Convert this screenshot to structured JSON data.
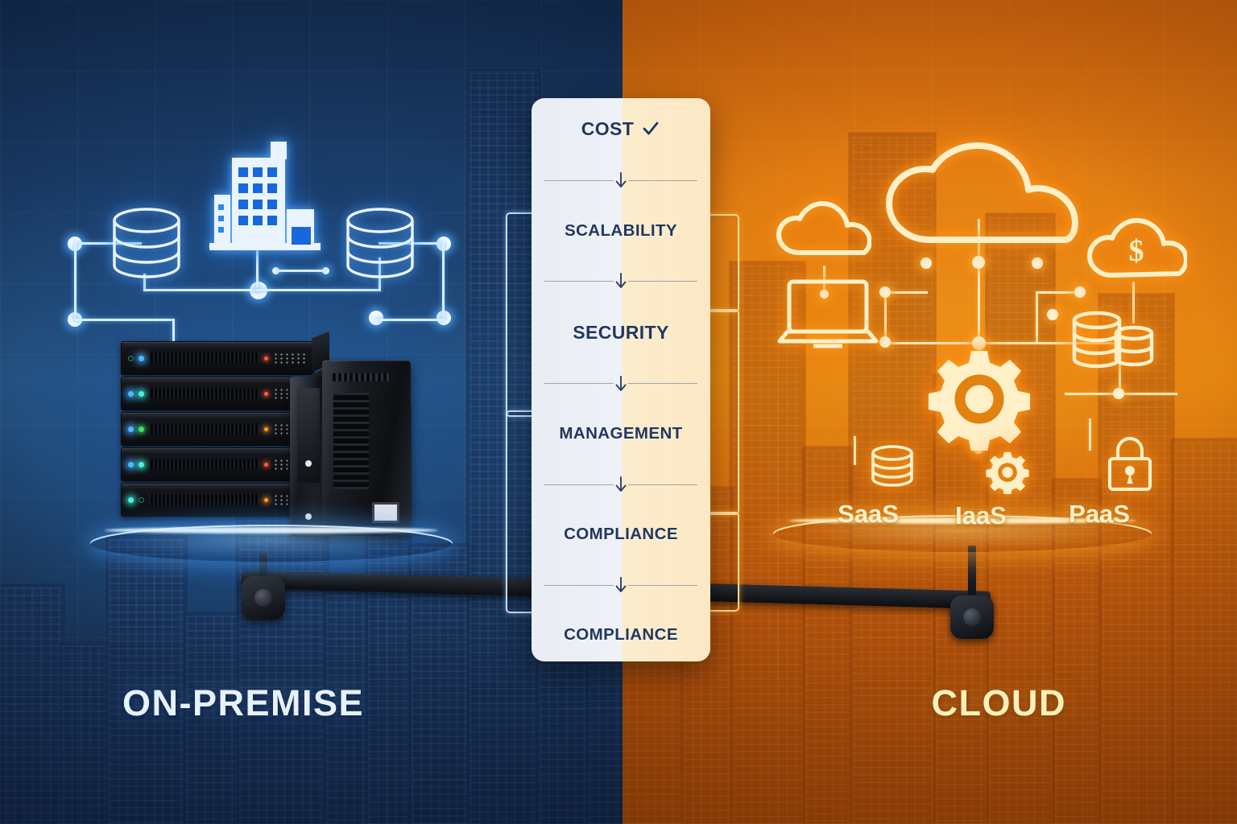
{
  "graphic": {
    "type": "comparison-infographic",
    "subject": "On-Premise vs Cloud"
  },
  "sides": {
    "left": {
      "title": "ON-PREMISE",
      "accent_color": "#1f4f8f",
      "background_color": "#1b3e6b",
      "title_color": "#e7f1fb",
      "icons": [
        {
          "name": "database-icon",
          "label": ""
        },
        {
          "name": "office-building-icon",
          "label": ""
        },
        {
          "name": "database-icon",
          "label": ""
        },
        {
          "name": "server-rack-icon",
          "label": ""
        },
        {
          "name": "server-tower-icon",
          "label": ""
        }
      ]
    },
    "right": {
      "title": "CLOUD",
      "accent_color": "#e2820f",
      "background_color": "#d1660f",
      "title_color": "#faf0b8",
      "icons": [
        {
          "name": "cloud-icon",
          "label": ""
        },
        {
          "name": "cloud-small-icon",
          "label": ""
        },
        {
          "name": "cloud-dollar-icon",
          "label": ""
        },
        {
          "name": "laptop-icon",
          "label": ""
        },
        {
          "name": "gear-icon",
          "label": ""
        },
        {
          "name": "coin-stack-icon",
          "label": ""
        }
      ],
      "services": [
        {
          "label": "SaaS",
          "icon": "database-icon"
        },
        {
          "label": "IaaS",
          "icon": "gear-icon"
        },
        {
          "label": "PaaS",
          "icon": "lock-icon"
        }
      ]
    }
  },
  "compare_panel": {
    "background_left_color": "#eef1f6",
    "background_right_color": "#fce8c4",
    "text_color": "#22375e",
    "rows": [
      {
        "label": "COST",
        "checked": true,
        "check_icon": "check-icon"
      },
      {
        "label": "SCALABILITY",
        "checked": false
      },
      {
        "label": "SECURITY",
        "checked": false
      },
      {
        "label": "MANAGEMENT",
        "checked": false
      },
      {
        "label": "COMPLIANCE",
        "checked": false
      },
      {
        "label": "COMPLIANCE",
        "checked": false
      }
    ],
    "separator_icon": "arrow-down-icon"
  }
}
